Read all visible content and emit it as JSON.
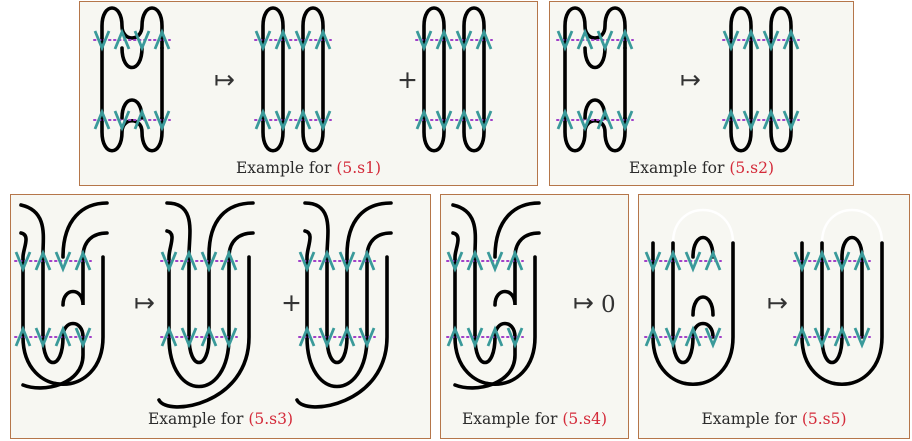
{
  "caption_prefix": "Example for",
  "panels": [
    {
      "ref": "(5.s1)",
      "arrow": "↦",
      "plus": "+"
    },
    {
      "ref": "(5.s2)",
      "arrow": "↦"
    },
    {
      "ref": "(5.s3)",
      "arrow": "↦",
      "plus": "+"
    },
    {
      "ref": "(5.s4)",
      "arrow": "↦",
      "result": "0"
    },
    {
      "ref": "(5.s5)",
      "arrow": "↦"
    }
  ],
  "colors": {
    "strand": "#000000",
    "arrowhead": "#3a9a9a",
    "dotted_line": "#a040c8",
    "white_arc": "#ffffff",
    "ref": "#d42b3a",
    "panel_bg": "#f7f7f2",
    "panel_border": "#b5764a"
  }
}
